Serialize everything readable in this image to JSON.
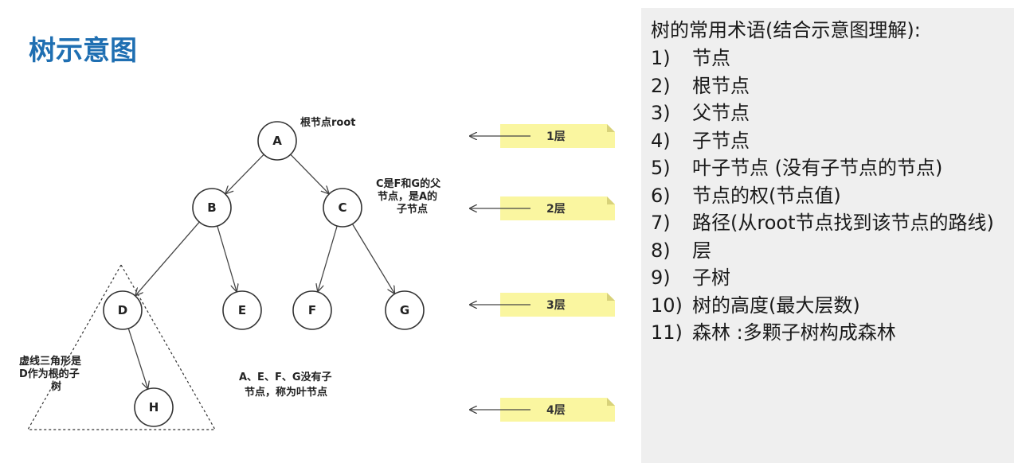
{
  "title": "树示意图",
  "tree": {
    "nodes": [
      {
        "id": "A",
        "label": "A"
      },
      {
        "id": "B",
        "label": "B"
      },
      {
        "id": "C",
        "label": "C"
      },
      {
        "id": "D",
        "label": "D"
      },
      {
        "id": "E",
        "label": "E"
      },
      {
        "id": "F",
        "label": "F"
      },
      {
        "id": "G",
        "label": "G"
      },
      {
        "id": "H",
        "label": "H"
      }
    ],
    "edges": [
      {
        "from": "A",
        "to": "B"
      },
      {
        "from": "A",
        "to": "C"
      },
      {
        "from": "B",
        "to": "D"
      },
      {
        "from": "B",
        "to": "E"
      },
      {
        "from": "C",
        "to": "F"
      },
      {
        "from": "C",
        "to": "G"
      },
      {
        "from": "D",
        "to": "H"
      }
    ]
  },
  "annotations": {
    "root": "根节点root",
    "c_parent": [
      "C是F和G的父",
      "节点，是A的",
      "子节点"
    ],
    "subtree": [
      "虚线三角形是",
      "D作为根的子",
      "树"
    ],
    "leaves": [
      "A、E、F、G没有子",
      "节点，称为叶节点"
    ]
  },
  "layers": [
    "1层",
    "2层",
    "3层",
    "4层"
  ],
  "notes": {
    "heading": "树的常用术语(结合示意图理解):",
    "items": [
      {
        "num": "1)",
        "text": "节点"
      },
      {
        "num": "2)",
        "text": "根节点"
      },
      {
        "num": "3)",
        "text": "父节点"
      },
      {
        "num": "4)",
        "text": "子节点"
      },
      {
        "num": "5)",
        "text": "叶子节点 (没有子节点的节点)"
      },
      {
        "num": "6)",
        "text": "节点的权(节点值)"
      },
      {
        "num": "7)",
        "text": "路径(从root节点找到该节点的路线)"
      },
      {
        "num": "8)",
        "text": "层"
      },
      {
        "num": "9)",
        "text": "子树"
      },
      {
        "num": "10)",
        "text": "树的高度(最大层数)"
      },
      {
        "num": "11)",
        "text": "森林 :多颗子树构成森林"
      }
    ]
  },
  "colors": {
    "title": "#1f6fb2",
    "layer_note_fill": "#faf6a0",
    "layer_note_fold": "#d8d27a",
    "panel_bg": "#efefef"
  }
}
